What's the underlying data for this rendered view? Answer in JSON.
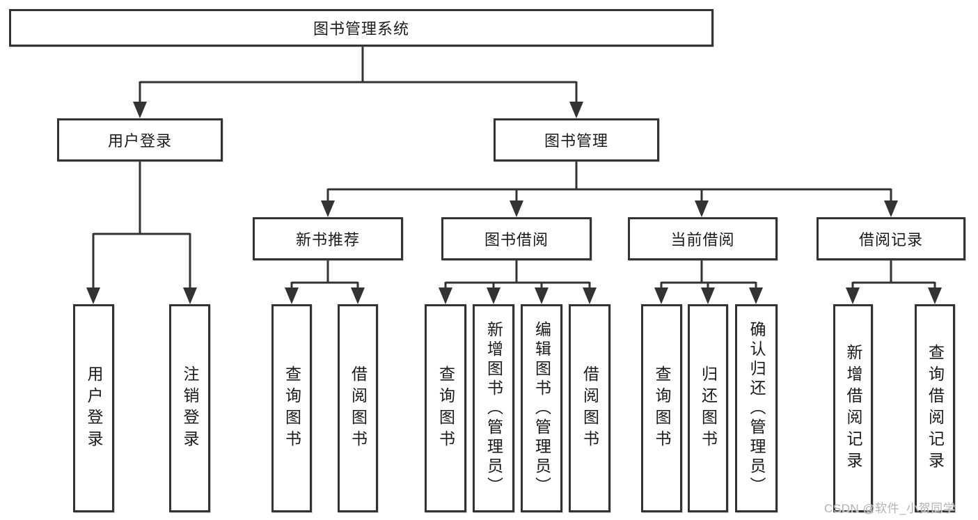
{
  "tree": {
    "label": "图书管理系统",
    "children": [
      {
        "label": "用户登录",
        "children": [
          {
            "label": "用户登录"
          },
          {
            "label": "注销登录"
          }
        ]
      },
      {
        "label": "图书管理",
        "children": [
          {
            "label": "新书推荐",
            "children": [
              {
                "label": "查询图书"
              },
              {
                "label": "借阅图书"
              }
            ]
          },
          {
            "label": "图书借阅",
            "children": [
              {
                "label": "查询图书"
              },
              {
                "label": "新增图书（管理员）"
              },
              {
                "label": "编辑图书（管理员）"
              },
              {
                "label": "借阅图书"
              }
            ]
          },
          {
            "label": "当前借阅",
            "children": [
              {
                "label": "查询图书"
              },
              {
                "label": "归还图书"
              },
              {
                "label": "确认归还（管理员）"
              }
            ]
          },
          {
            "label": "借阅记录",
            "children": [
              {
                "label": "新增借阅记录"
              },
              {
                "label": "查询借阅记录"
              }
            ]
          }
        ]
      }
    ]
  },
  "watermark": "CSDN @软件_小贺同学",
  "colors": {
    "line": "#333333",
    "box_border": "#333333",
    "box_fill": "#ffffff",
    "text": "#1a1a1a",
    "watermark": "#b3b3b3"
  }
}
